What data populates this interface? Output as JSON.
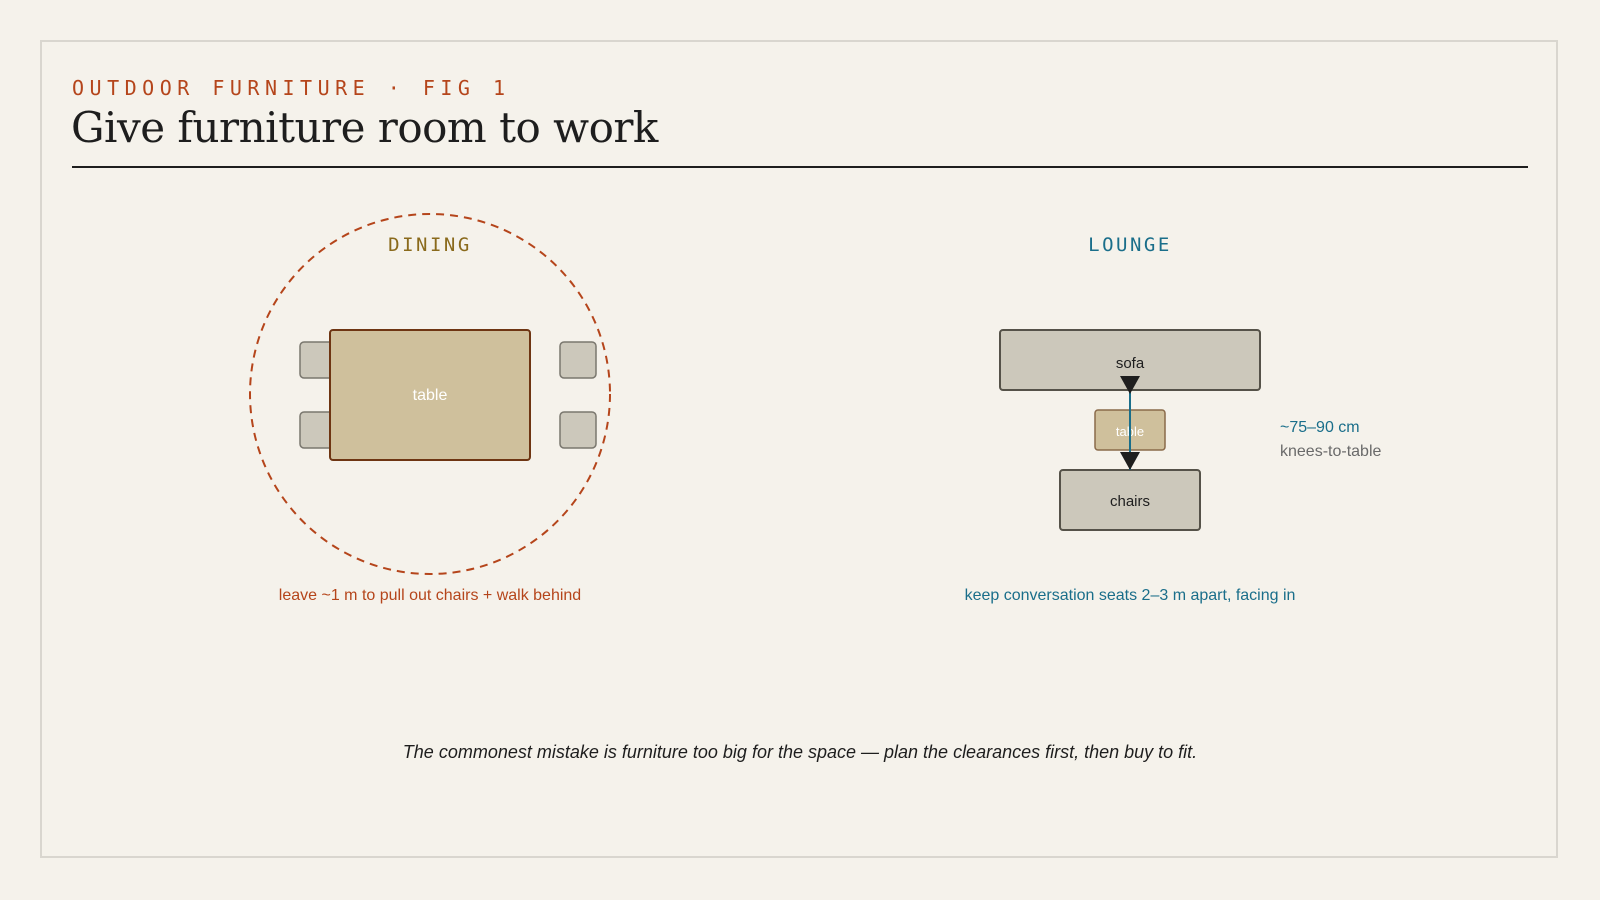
{
  "header": {
    "kicker": "OUTDOOR FURNITURE · FIG 1",
    "title": "Give furniture room to work"
  },
  "dining": {
    "label": "DINING",
    "table_label": "table",
    "note": "leave ~1 m to pull out chairs + walk behind"
  },
  "lounge": {
    "label": "LOUNGE",
    "sofa_label": "sofa",
    "table_label": "table",
    "chairs_label": "chairs",
    "measure": "~75–90 cm",
    "measure_sub": "knees-to-table",
    "note": "keep conversation seats 2–3 m apart, facing in"
  },
  "footer": {
    "text": "The commonest mistake is furniture too big for the space — plan the clearances first, then buy to fit."
  },
  "colors": {
    "accent_rust": "#b5451b",
    "accent_gold": "#8a6a1c",
    "accent_teal": "#1a6e8a",
    "table_fill": "#cfc09c",
    "seat_fill": "#ccc8bb"
  }
}
